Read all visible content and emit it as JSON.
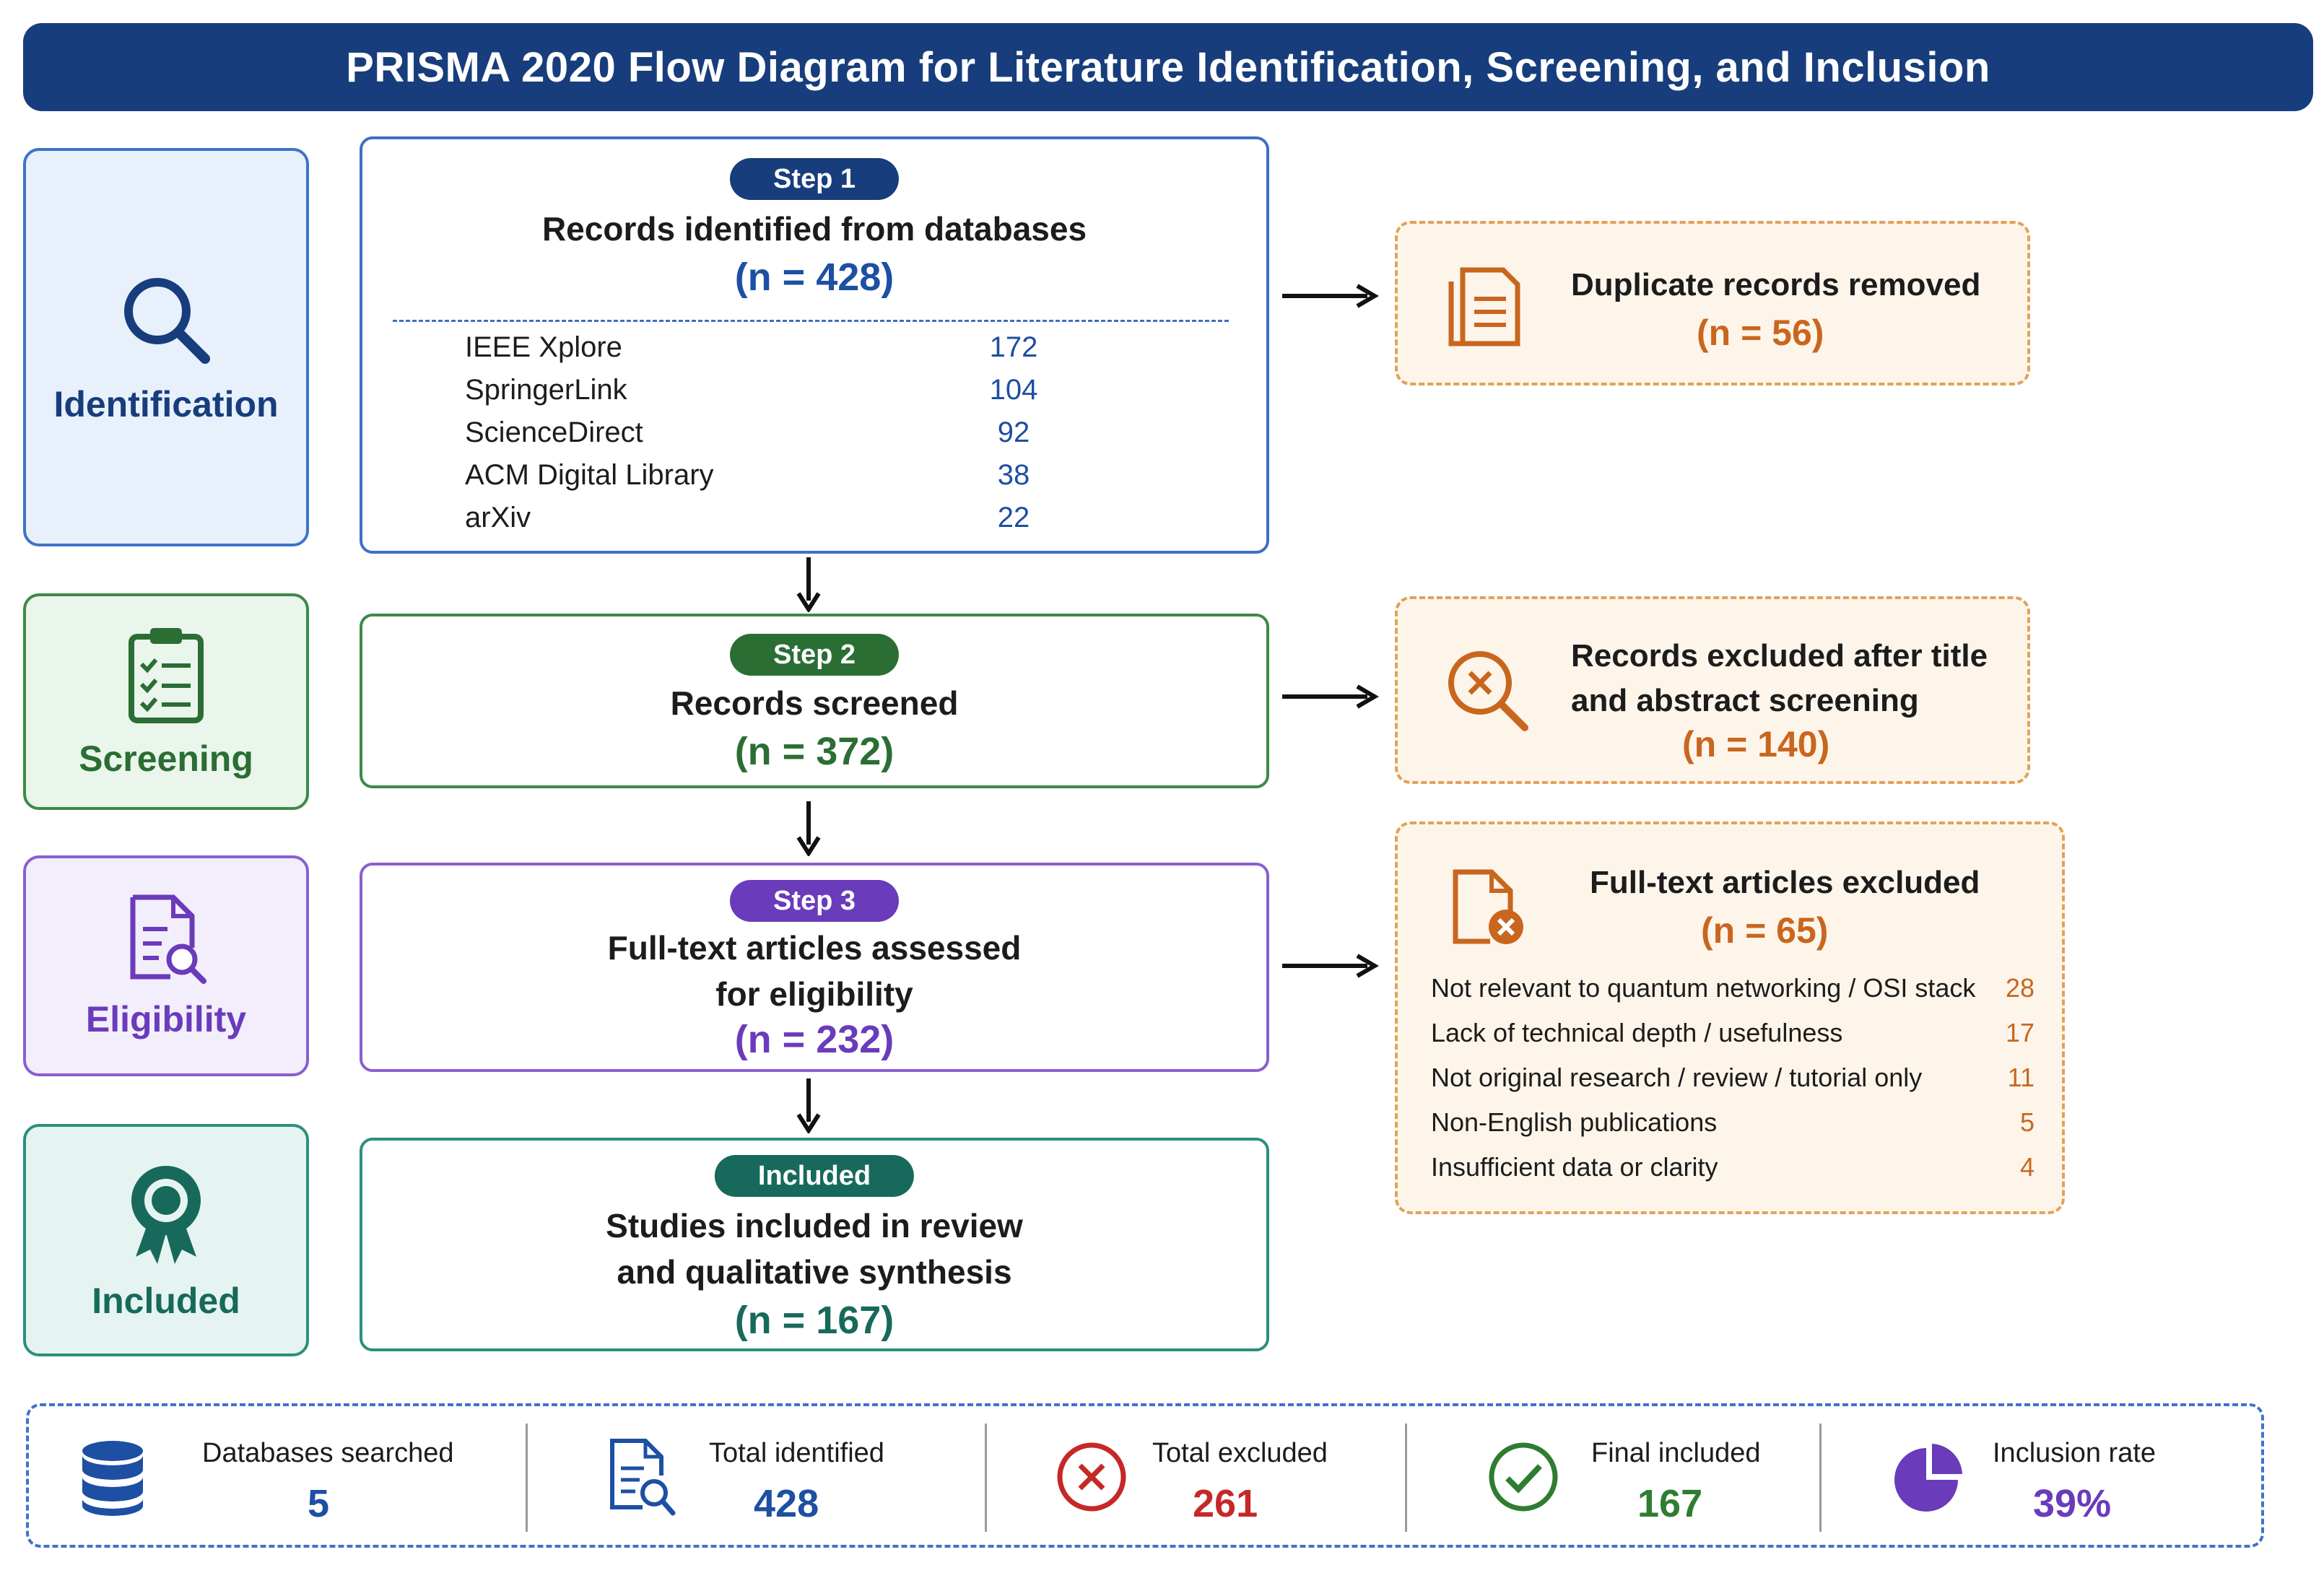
{
  "title": "PRISMA 2020 Flow Diagram for Literature Identification, Screening, and Inclusion",
  "stages": {
    "identification": "Identification",
    "screening": "Screening",
    "eligibility": "Eligibility",
    "included": "Included"
  },
  "steps": {
    "step1": {
      "badge": "Step 1",
      "title": "Records identified from databases",
      "n": "(n = 428)",
      "databases": [
        {
          "name": "IEEE Xplore",
          "count": "172"
        },
        {
          "name": "SpringerLink",
          "count": "104"
        },
        {
          "name": "ScienceDirect",
          "count": "92"
        },
        {
          "name": "ACM Digital Library",
          "count": "38"
        },
        {
          "name": "arXiv",
          "count": "22"
        }
      ]
    },
    "step2": {
      "badge": "Step 2",
      "title": "Records screened",
      "n": "(n = 372)"
    },
    "step3": {
      "badge": "Step 3",
      "title_line1": "Full-text articles assessed",
      "title_line2": "for eligibility",
      "n": "(n = 232)"
    },
    "included": {
      "badge": "Included",
      "title_line1": "Studies included in review",
      "title_line2": "and qualitative synthesis",
      "n": "(n = 167)"
    }
  },
  "exclusions": {
    "duplicates": {
      "title": "Duplicate records removed",
      "n": "(n = 56)"
    },
    "screening": {
      "title_line1": "Records excluded after title",
      "title_line2": "and abstract screening",
      "n": "(n = 140)"
    },
    "fulltext": {
      "title": "Full-text articles excluded",
      "n": "(n = 65)",
      "reasons": [
        {
          "reason": "Not relevant to quantum networking / OSI stack",
          "count": "28"
        },
        {
          "reason": "Lack of technical depth / usefulness",
          "count": "17"
        },
        {
          "reason": "Not original research / review / tutorial only",
          "count": "11"
        },
        {
          "reason": "Non-English publications",
          "count": "5"
        },
        {
          "reason": "Insufficient data or clarity",
          "count": "4"
        }
      ]
    }
  },
  "summary": [
    {
      "label": "Databases searched",
      "value": "5",
      "icon": "database-icon",
      "color": "#1d4fa3"
    },
    {
      "label": "Total identified",
      "value": "428",
      "icon": "document-search-icon",
      "color": "#1d4fa3"
    },
    {
      "label": "Total excluded",
      "value": "261",
      "icon": "x-circle-icon",
      "color": "#c62828"
    },
    {
      "label": "Final included",
      "value": "167",
      "icon": "check-circle-icon",
      "color": "#2e7d32"
    },
    {
      "label": "Inclusion rate",
      "value": "39%",
      "icon": "pie-chart-icon",
      "color": "#6a3bbb"
    }
  ],
  "colors": {
    "header": "#173d7c",
    "identification": "#3f73c9",
    "screening": "#3c8a47",
    "eligibility": "#8a5fd1",
    "included": "#2c8f7d",
    "exclusion": "#e0a25a",
    "exclusion_text": "#c9661e"
  }
}
